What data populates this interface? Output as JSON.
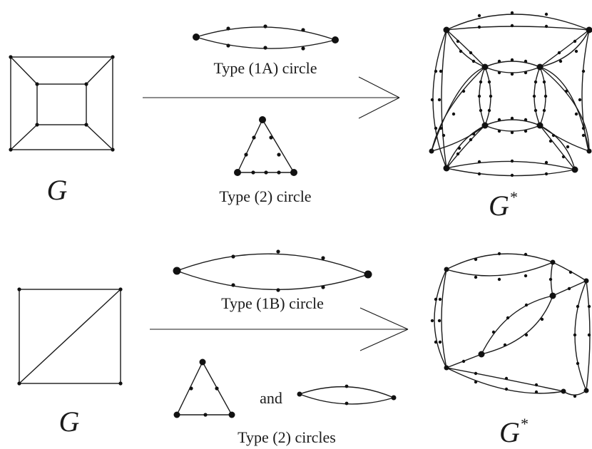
{
  "top_row": {
    "graph_label": "G",
    "result_label": "G",
    "result_superscript": "*",
    "circle1_caption": "Type (1A) circle",
    "circle2_caption": "Type (2) circle"
  },
  "bottom_row": {
    "graph_label": "G",
    "result_label": "G",
    "result_superscript": "*",
    "circle1_caption": "Type (1B) circle",
    "connector_text": "and",
    "circle2_caption": "Type (2) circles"
  }
}
